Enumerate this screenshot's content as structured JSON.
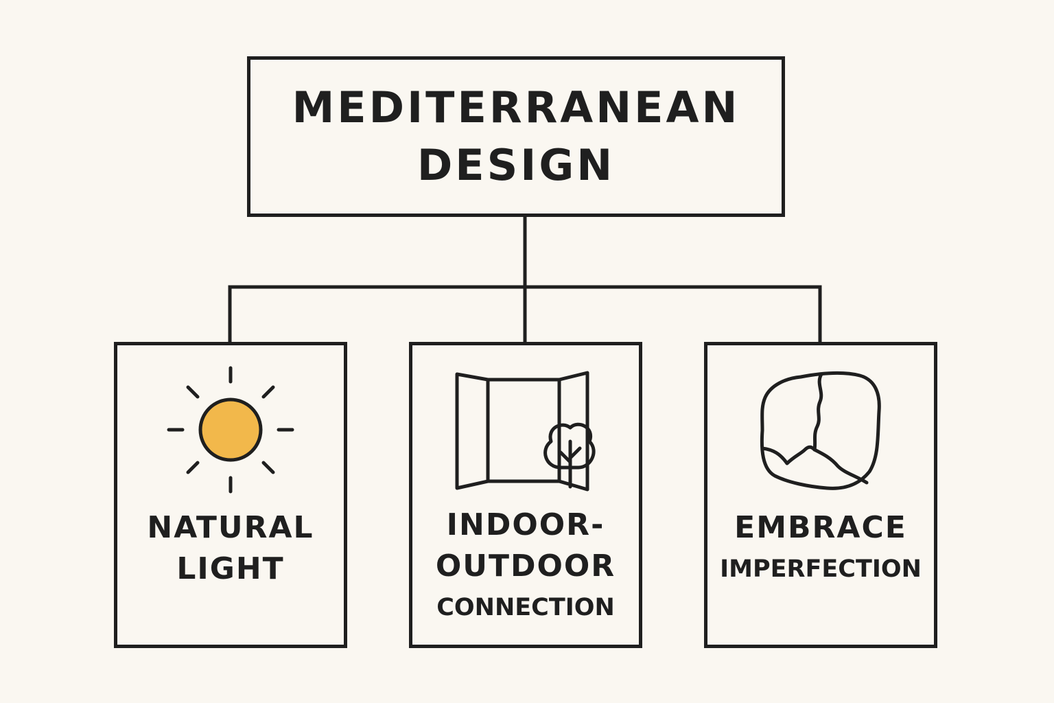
{
  "root": {
    "title_lines": [
      "MEDITERRANEAN",
      "DESIGN"
    ]
  },
  "children": [
    {
      "label_lines": [
        "NATURAL",
        "LIGHT"
      ],
      "icon": "sun-icon"
    },
    {
      "label_lines": [
        "INDOOR-",
        "OUTDOOR",
        "CONNECTION"
      ],
      "icon": "window-tree-icon"
    },
    {
      "label_lines": [
        "EMBRACE",
        "IMPERFECTION"
      ],
      "icon": "cracked-stone-icon"
    }
  ],
  "colors": {
    "background": "#faf7f1",
    "stroke": "#1f1f1f",
    "sun_fill": "#f2b84b"
  }
}
